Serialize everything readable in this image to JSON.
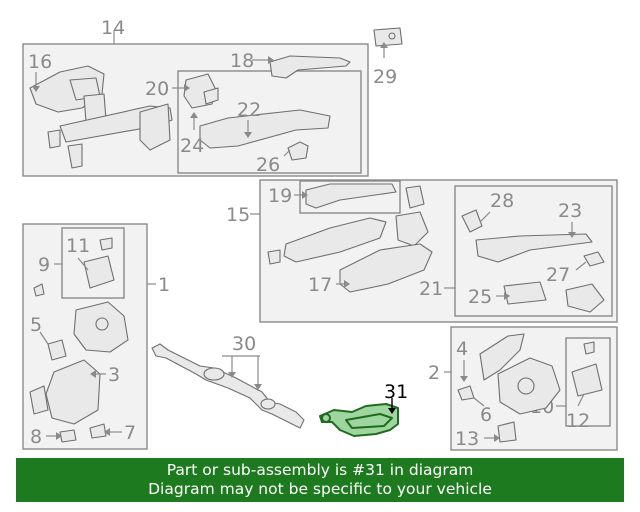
{
  "callouts": {
    "c1": "1",
    "c2": "2",
    "c3": "3",
    "c4": "4",
    "c5": "5",
    "c6": "6",
    "c7": "7",
    "c8": "8",
    "c9": "9",
    "c10": "10",
    "c11": "11",
    "c12": "12",
    "c13": "13",
    "c14": "14",
    "c15": "15",
    "c16": "16",
    "c17": "17",
    "c18": "18",
    "c19": "19",
    "c20": "20",
    "c21": "21",
    "c22": "22",
    "c23": "23",
    "c24": "24",
    "c25": "25",
    "c26": "26",
    "c27": "27",
    "c28": "28",
    "c29": "29",
    "c30": "30",
    "c31": "31"
  },
  "highlighted_part": "31",
  "colors": {
    "highlight": "#1e7a1e",
    "line": "#8a8a8a",
    "banner_text": "#ffffff"
  },
  "banner": {
    "line1": "Part or sub-assembly is #31 in diagram",
    "line2": "Diagram may not be specific to your vehicle"
  }
}
